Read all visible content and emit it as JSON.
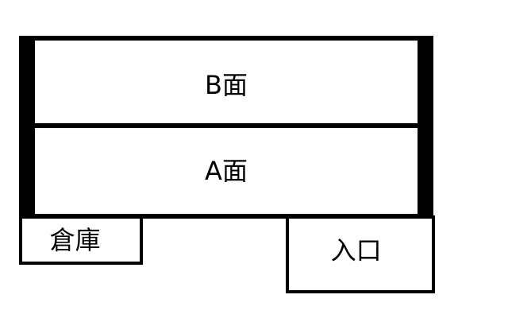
{
  "floor_plan": {
    "rooms": {
      "b_side": {
        "label": "B面"
      },
      "a_side": {
        "label": "A面"
      },
      "storage": {
        "label": "倉庫"
      },
      "entrance": {
        "label": "入口"
      }
    },
    "colors": {
      "line": "#000000",
      "background": "#ffffff"
    }
  }
}
